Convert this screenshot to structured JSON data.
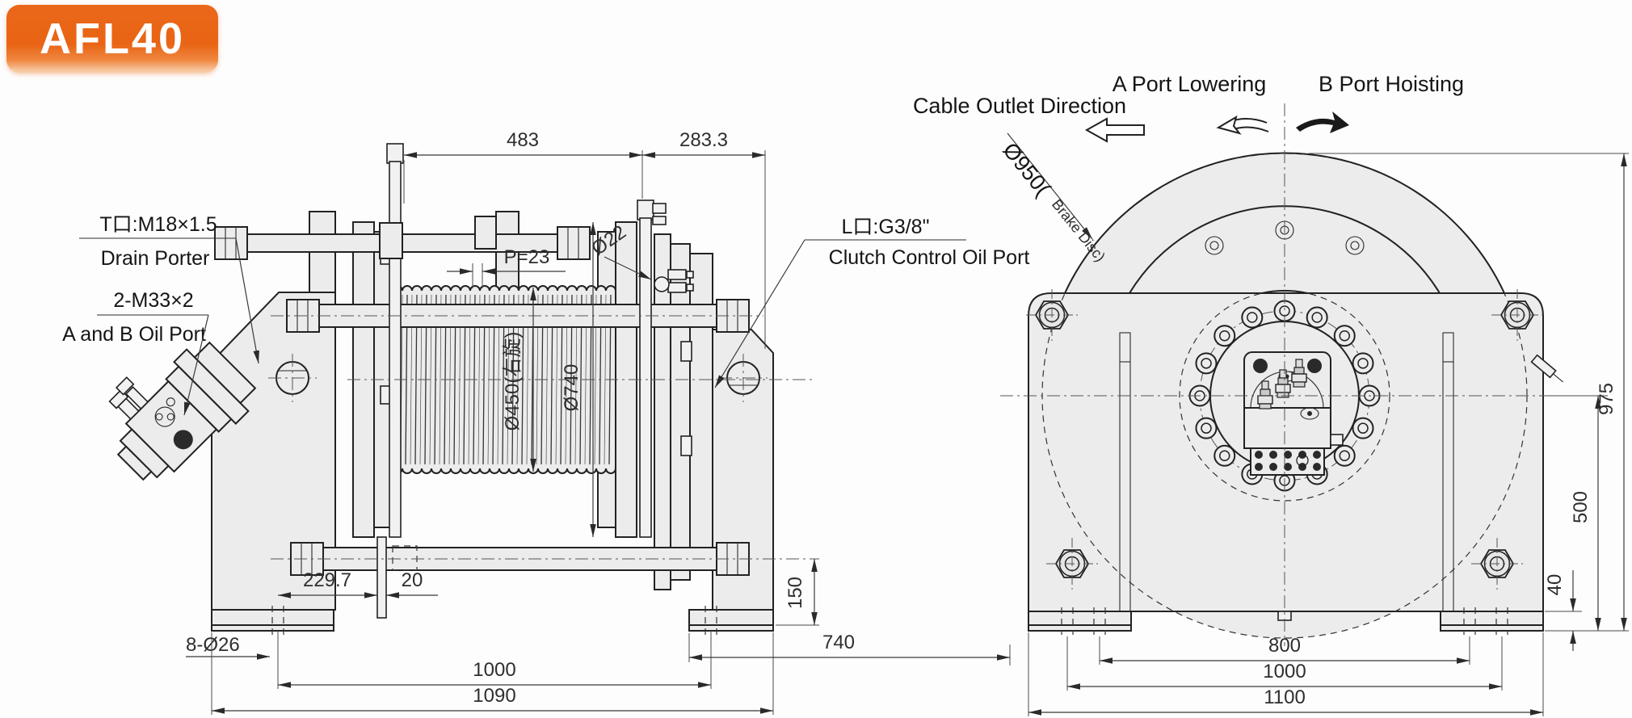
{
  "title": {
    "badge": "AFL40"
  },
  "side_view": {
    "labels": {
      "t_port_line1": "T口:M18×1.5",
      "t_port_line2": "Drain Porter",
      "ab_port_line1": "2-M33×2",
      "ab_port_line2": "A and B Oil Port",
      "l_port_line1": "L口:G3/8\"",
      "l_port_line2": "Clutch Control Oil Port",
      "bolt_holes_note": "8-Ø26"
    },
    "dimensions": {
      "drum_length": "483",
      "right_overhang": "283.3",
      "groove_pitch": "P=23",
      "cable_diameter": "Ø22",
      "drum_diameter": "Ø450(右旋)",
      "flange_diameter": "Ø740",
      "guard_offset": "229.7",
      "guard_width": "20",
      "rod_height": "150",
      "hole_span": "1000",
      "base_width": "1090",
      "depth": "740"
    }
  },
  "front_view": {
    "labels": {
      "a_port": "A Port Lowering",
      "b_port": "B Port Hoisting",
      "cable_outlet": "Cable Outlet Direction",
      "brake_disc_prefix": "Ø950(",
      "brake_disc_suffix": "Brake Disc)"
    },
    "dimensions": {
      "overall_height": "975",
      "axis_height": "500",
      "pad_height": "40",
      "inner_hole_span": "800",
      "hole_span": "1000",
      "base_width": "1100"
    }
  },
  "colors": {
    "accent_orange": "#e96414",
    "line": "#222222",
    "part_fill": "#ececec"
  }
}
